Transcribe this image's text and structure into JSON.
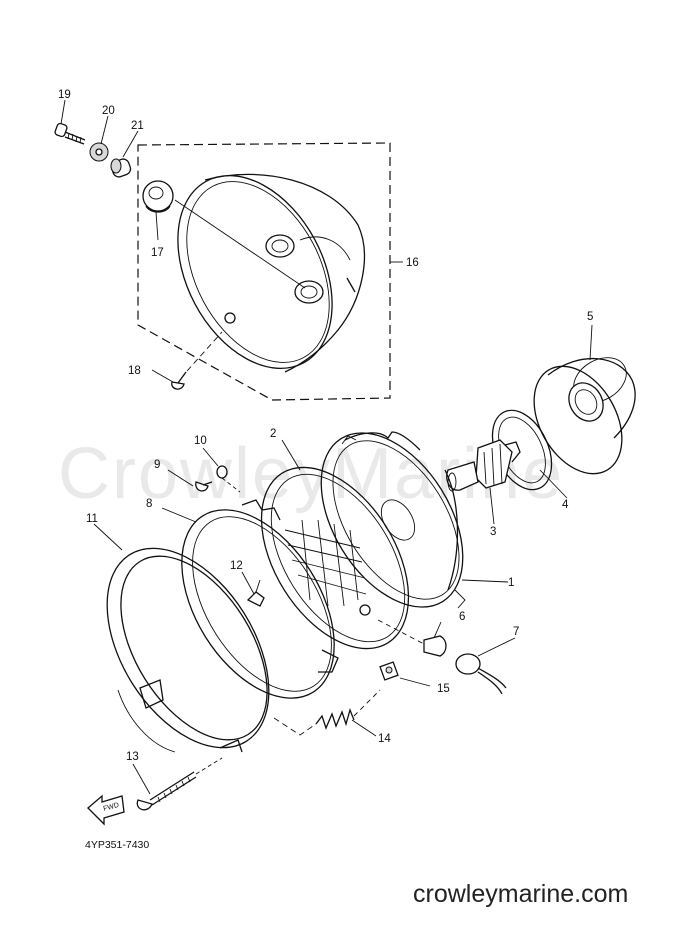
{
  "watermark": "CrowleyMarine",
  "footer_site": "crowleymarine.com",
  "diagram_code": "4YP351-7430",
  "fwd_arrow_text": "FWD",
  "parts": [
    {
      "id": "1",
      "label": "1"
    },
    {
      "id": "2",
      "label": "2"
    },
    {
      "id": "3",
      "label": "3"
    },
    {
      "id": "4",
      "label": "4"
    },
    {
      "id": "5",
      "label": "5"
    },
    {
      "id": "6",
      "label": "6"
    },
    {
      "id": "7",
      "label": "7"
    },
    {
      "id": "8",
      "label": "8"
    },
    {
      "id": "9",
      "label": "9"
    },
    {
      "id": "10",
      "label": "10"
    },
    {
      "id": "11",
      "label": "11"
    },
    {
      "id": "12",
      "label": "12"
    },
    {
      "id": "13",
      "label": "13"
    },
    {
      "id": "14",
      "label": "14"
    },
    {
      "id": "15",
      "label": "15"
    },
    {
      "id": "16",
      "label": "16"
    },
    {
      "id": "17",
      "label": "17"
    },
    {
      "id": "18",
      "label": "18"
    },
    {
      "id": "19",
      "label": "19"
    },
    {
      "id": "20",
      "label": "20"
    },
    {
      "id": "21",
      "label": "21"
    }
  ]
}
